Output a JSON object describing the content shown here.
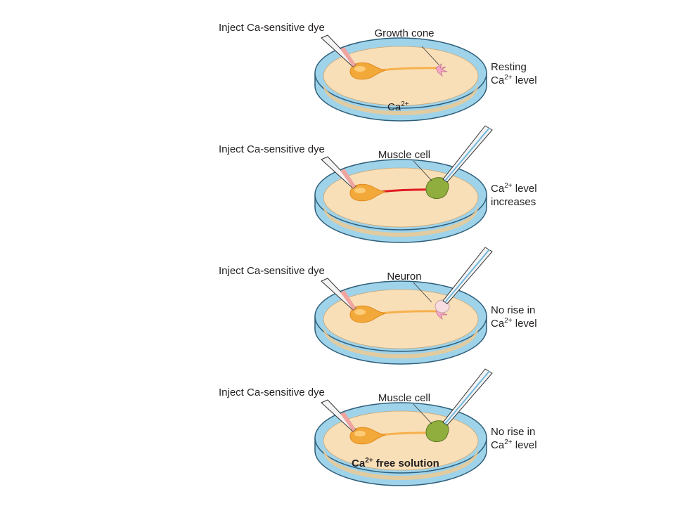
{
  "panels": [
    {
      "inject_label": "Inject Ca-sensitive dye",
      "callout_label": "Growth cone",
      "bottom_label_main": "Ca",
      "bottom_label_sup": "2+",
      "bottom_label_rest": "",
      "result_line1": "Resting",
      "result_line2_main": "Ca",
      "result_line2_sup": "2+",
      "result_line2_rest": " level",
      "result_color": "#231f20",
      "has_pipette2": false,
      "target_cell": "none"
    },
    {
      "inject_label": "Inject Ca-sensitive dye",
      "callout_label": "Muscle cell",
      "bottom_label_main": "",
      "bottom_label_sup": "",
      "bottom_label_rest": "",
      "result_line1_main": "Ca",
      "result_line1_sup": "2+",
      "result_line1_rest": " level",
      "result_line2": "increases",
      "result_color": "#e11b22",
      "has_pipette2": true,
      "target_cell": "muscle"
    },
    {
      "inject_label": "Inject Ca-sensitive dye",
      "callout_label": "Neuron",
      "bottom_label_main": "",
      "bottom_label_sup": "",
      "bottom_label_rest": "",
      "result_line1": "No rise in",
      "result_line2_main": "Ca",
      "result_line2_sup": "2+",
      "result_line2_rest": " level",
      "result_color": "#231f20",
      "has_pipette2": true,
      "target_cell": "neuron"
    },
    {
      "inject_label": "Inject Ca-sensitive dye",
      "callout_label": "Muscle cell",
      "bottom_label_main": "Ca",
      "bottom_label_sup": "2+",
      "bottom_label_rest": " free solution",
      "result_line1": "No rise in",
      "result_line2_main": "Ca",
      "result_line2_sup": "2+",
      "result_line2_rest": " level",
      "result_color": "#231f20",
      "has_pipette2": true,
      "target_cell": "muscle"
    }
  ],
  "colors": {
    "dish_rim": "#9fd3ea",
    "dish_edge": "#2f5f7a",
    "medium": "#f8dfb8",
    "medium_dark": "#f1c98d",
    "neuron_body": "#f3a93a",
    "neuron_shade": "#e08a1c",
    "axon": "#f7b04d",
    "axon_red": "#e11b22",
    "growth_cone": "#f5a9c6",
    "muscle_cell": "#8fae3d",
    "target_neuron": "#f8dde0",
    "pipette_fill": "#f3f3f3",
    "pipette_tip_dye": "#f0a4a0",
    "pipette_blue": "#6fb7de"
  }
}
